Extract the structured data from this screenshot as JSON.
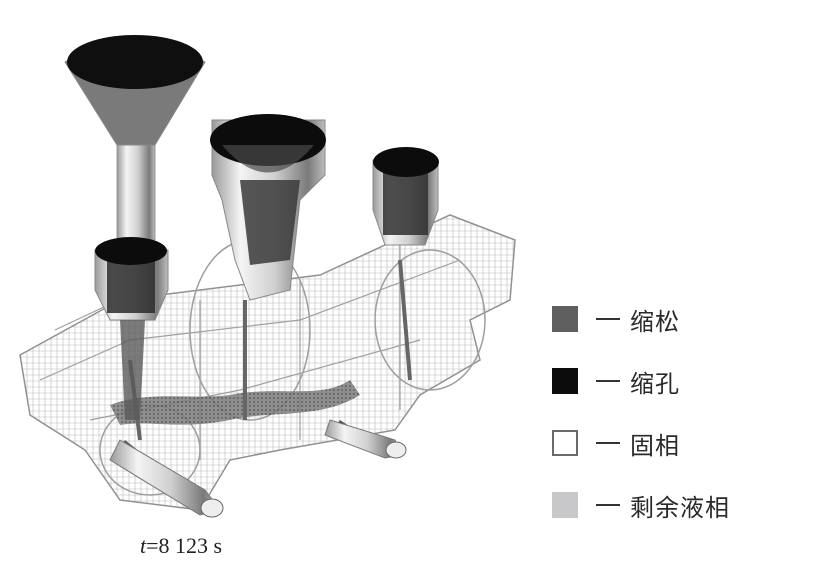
{
  "figure": {
    "description": "3D casting simulation of shrinkage defects in a multi-riser cast part",
    "time_label": {
      "variable": "t",
      "equals": "=",
      "value": "8 123",
      "unit": "s"
    }
  },
  "legend": {
    "items": [
      {
        "label": "缩松",
        "meaning": "shrinkage porosity",
        "color": "#5f5f5f",
        "border": "#5f5f5f"
      },
      {
        "label": "缩孔",
        "meaning": "shrinkage cavity",
        "color": "#0c0c0c",
        "border": "#0c0c0c"
      },
      {
        "label": "固相",
        "meaning": "solid phase",
        "color": "#ffffff",
        "border": "#6a6a6a"
      },
      {
        "label": "剩余液相",
        "meaning": "remaining liquid phase",
        "color": "#c8c8ca",
        "border": "#c8c8ca"
      }
    ],
    "dash": "—"
  }
}
